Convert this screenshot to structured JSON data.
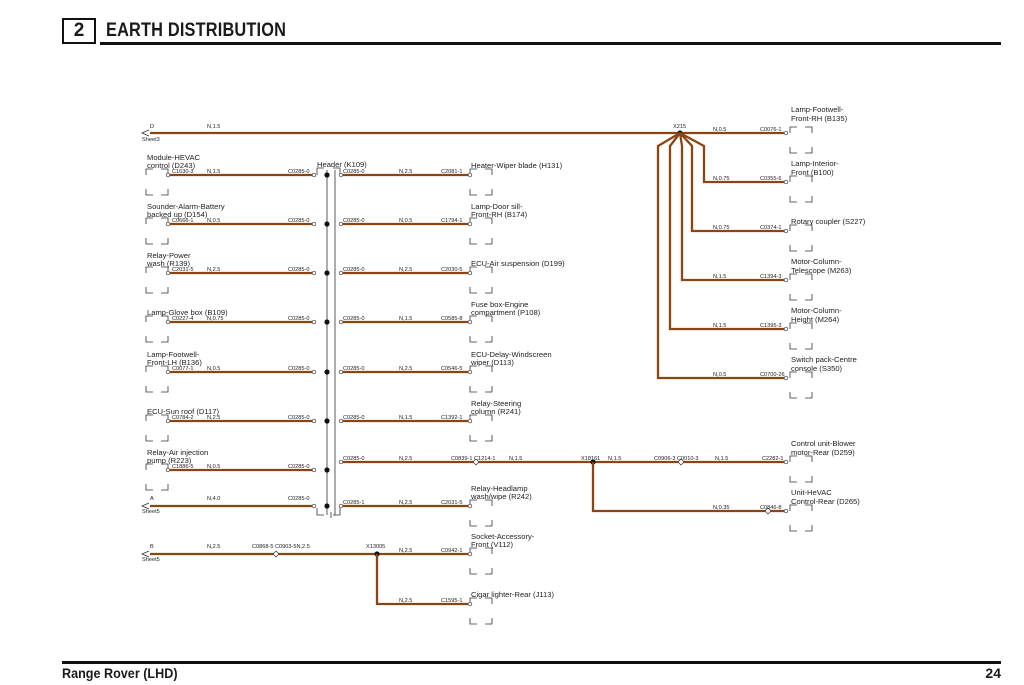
{
  "header": {
    "section": "2",
    "title": "EARTH DISTRIBUTION"
  },
  "footer": {
    "vehicle": "Range Rover (LHD)",
    "page": "24"
  },
  "colors": {
    "wire": "#8b4513",
    "text": "#222222",
    "rule": "#111111"
  },
  "sheet_refs": [
    {
      "letter": "D",
      "sheet": "Sheet3",
      "wire": "N,1.5"
    },
    {
      "letter": "A",
      "sheet": "Sheet5",
      "wire": "N,4.0",
      "conn": "C0285-0"
    },
    {
      "letter": "B",
      "sheet": "Sheet5",
      "wire": "N,2.5",
      "conn": "C0868-5 C0903-5N,2.5"
    }
  ],
  "header_component": "Header (K109)",
  "splices": {
    "x215": "X215",
    "x18161": "X18161",
    "x13005": "X13005"
  },
  "left_components": [
    {
      "name1": "Module-HEVAC",
      "name2": "control (D243)",
      "conn": "C1630-3",
      "wire": "N,1.5",
      "hconn": "C0285-0"
    },
    {
      "name1": "Sounder-Alarm-Battery",
      "name2": "backed up (D154)",
      "conn": "C0666-1",
      "wire": "N,0.5",
      "hconn": "C0285-0"
    },
    {
      "name1": "Relay-Power",
      "name2": "wash (R139)",
      "conn": "C2031-5",
      "wire": "N,2.5",
      "hconn": "C0285-0"
    },
    {
      "name1": "",
      "name2": "Lamp-Glove box (B109)",
      "conn": "C0227-4",
      "wire": "N,0.75",
      "hconn": "C0285-0"
    },
    {
      "name1": "Lamp-Footwell-",
      "name2": "Front-LH (B136)",
      "conn": "C0077-1",
      "wire": "N,0.5",
      "hconn": "C0285-0"
    },
    {
      "name1": "",
      "name2": "ECU-Sun roof (D117)",
      "conn": "C0784-2",
      "wire": "N,2.5",
      "hconn": "C0285-0"
    },
    {
      "name1": "Relay-Air injection",
      "name2": "pump (R223)",
      "conn": "C1886-5",
      "wire": "N,0.5",
      "hconn": "C0285-0"
    }
  ],
  "mid_components": [
    {
      "name1": "",
      "name2": "Heater-Wiper blade (H131)",
      "hconn": "C0285-0",
      "wire": "N,2.5",
      "conn": "C2081-1"
    },
    {
      "name1": "Lamp-Door sill-",
      "name2": "Front-RH (B174)",
      "hconn": "C0285-0",
      "wire": "N,0.5",
      "conn": "C1794-1"
    },
    {
      "name1": "",
      "name2": "ECU-Air suspension (D199)",
      "hconn": "C0285-0",
      "wire": "N,2.5",
      "conn": "C2030-5"
    },
    {
      "name1": "Fuse box-Engine",
      "name2": "compartment (P108)",
      "hconn": "C0285-0",
      "wire": "N,1.5",
      "conn": "C0585-8"
    },
    {
      "name1": "ECU-Delay-Windscreen",
      "name2": "wiper (D113)",
      "hconn": "C0285-0",
      "wire": "N,2.5",
      "conn": "C0546-5"
    },
    {
      "name1": "Relay-Steering",
      "name2": "column (R241)",
      "hconn": "C0285-0",
      "wire": "N,1.5",
      "conn": "C1392-1"
    },
    {
      "name1": "Relay-Headlamp",
      "name2": "wash/wipe (R242)",
      "hconn": "C0285-1",
      "wire": "N,2.5",
      "conn": "C2031-5"
    },
    {
      "name1": "Socket-Accessory-",
      "name2": "Front (V112)",
      "wire": "N,2.5",
      "conn": "C0942-1"
    },
    {
      "name1": "",
      "name2": "Cigar lighter-Rear (J113)",
      "wire": "N,2.5",
      "conn": "C1595-1"
    }
  ],
  "row8_mid": {
    "hconn": "C0285-0",
    "wire1": "N,2.5",
    "conn1": "C0839-1 C1214-1",
    "wire2": "N,1.5",
    "wire3": "N,1.5",
    "conn2": "C0906-3 C0010-3",
    "wire4": "N,1.5",
    "conn3": "C2282-1"
  },
  "right_components": [
    {
      "name1": "Lamp-Footwell-",
      "name2": "Front-RH (B135)",
      "wire": "N,0.5",
      "conn": "C0076-1"
    },
    {
      "name1": "Lamp-Interior-",
      "name2": "Front (B100)",
      "wire": "N,0.75",
      "conn": "C0355-6"
    },
    {
      "name1": "",
      "name2": "Rotary coupler (S227)",
      "wire": "N,0.75",
      "conn": "C0374-1"
    },
    {
      "name1": "Motor-Column-",
      "name2": "Telescope (M263)",
      "wire": "N,1.5",
      "conn": "C1394-3"
    },
    {
      "name1": "Motor-Column-",
      "name2": "Height (M264)",
      "wire": "N,1.5",
      "conn": "C1395-3"
    },
    {
      "name1": "Switch pack-Centre",
      "name2": "console (S350)",
      "wire": "N,0.5",
      "conn": "C0700-26"
    },
    {
      "name1": "Control unit-Blower",
      "name2": "motor-Rear (D259)"
    },
    {
      "name1": "Unit-HeVAC",
      "name2": "Control-Rear (D265)",
      "wire": "N,0.35",
      "conn": "C0846-8"
    }
  ]
}
